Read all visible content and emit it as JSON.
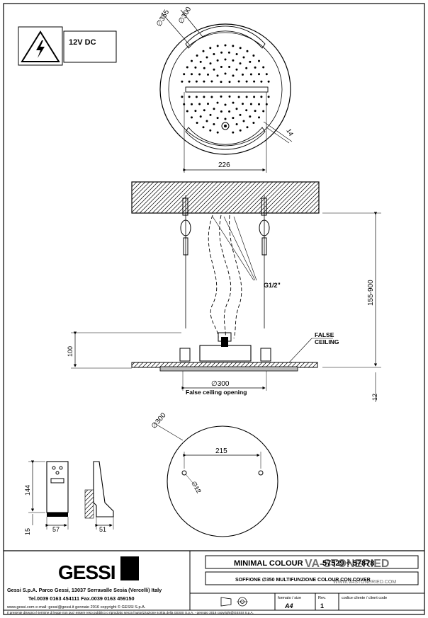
{
  "warning": {
    "voltage": "12V DC",
    "icon": "high-voltage-icon"
  },
  "top_view": {
    "dim_outer": "∅355",
    "dim_inner": "∅300",
    "dim_width": "226",
    "dim_light": "14"
  },
  "section_view": {
    "thread_label": "G1/2\"",
    "height_range": "155-900",
    "false_ceiling_line1": "FALSE",
    "false_ceiling_line2": "CEILING",
    "dim_hanger": "100",
    "dim_opening": "∅300",
    "opening_label": "False ceiling opening",
    "dim_flange": "12"
  },
  "cutout_view": {
    "dim_diameter": "∅300",
    "dim_hole_spacing": "215",
    "dim_hole": "∅12"
  },
  "control_box": {
    "dim_height": "144",
    "dim_width": "57",
    "dim_base": "15",
    "dim_depth": "51"
  },
  "title_block": {
    "brand": "GESSI",
    "title_line1": "MINIMAL COLOUR",
    "title_line2": "57529 ÷ 57878",
    "subtitle": "SOFFIONE ∅350 MULTIFUNZIONE COLOUR CON COVER",
    "company_line": "Gessi S.p.A. Parco Gessi, 13037 Serravalle Sesia (Vercelli) Italy",
    "phone_line": "Tel.0039 0163 454111 Fax.0039 0163 459150",
    "web_line": "www.gessi.com  e-mail: gessi@gessi.it   gennaio 2016   copyright © GESSI S.p.A.",
    "format_label": "formato / size",
    "format_value": "A4",
    "rev_label": "Rev.",
    "rev_value": "1",
    "client_code_label": "codice cliente / client code",
    "watermark": "VA-STONERIED",
    "watermark_sub": "WWW.VASTONERIED.COM",
    "legal_note": "Il presente disegno è termine di legge non puo' essere reso pubblico o riprodotto senza l'autorizzazione scritta della GESSI S.p.A. - gennaio 2016  copyright@GESSI S.p.A."
  }
}
